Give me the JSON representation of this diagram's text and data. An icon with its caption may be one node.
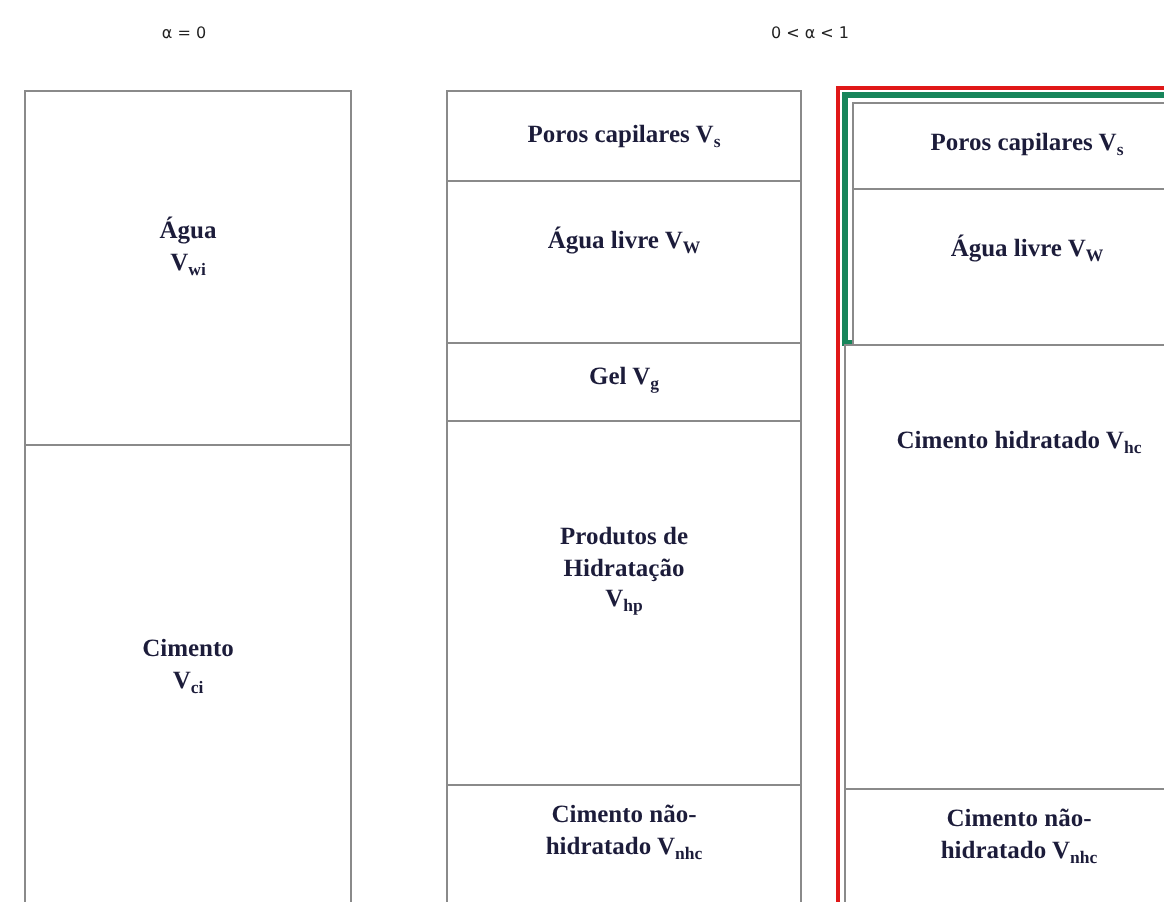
{
  "diagram": {
    "nodes": [
      {
        "text": [
          "Água",
          "V$_{wi}$"
        ]
      },
      {
        "text": [
          "Cimento",
          "V$_{ci}$"
        ]
      },
      {
        "text": [
          "Poros capilares V$_{s}$"
        ]
      },
      {
        "text": [
          "Água livre V$_{W}$"
        ]
      },
      {
        "text": [
          "Gel V$_{g}$"
        ]
      },
      {
        "text": [
          "Produtos de Hidratação",
          "V$_{hp}$"
        ]
      },
      {
        "text": [
          "Cimento não-hidratado V$_{nhc}$"
        ]
      },
      {
        "text": [],
        "shape": "box"
      },
      {
        "text": [],
        "shape": "box",
        "in": 7
      },
      {
        "text": [
          "Poros capilares V$_{s}$"
        ],
        "in": 8
      },
      {
        "text": [
          "Água livre V$_{W}$"
        ],
        "in": 8
      },
      {
        "text": [
          "Cimento hidratado V$_{hc}$"
        ],
        "in": 7
      },
      {
        "text": [
          "Cimento não-hidratado V$_{nhc}$"
        ],
        "in": 7
      }
    ],
    "labels": [
      "α = 0",
      "0 < α < 1"
    ]
  }
}
